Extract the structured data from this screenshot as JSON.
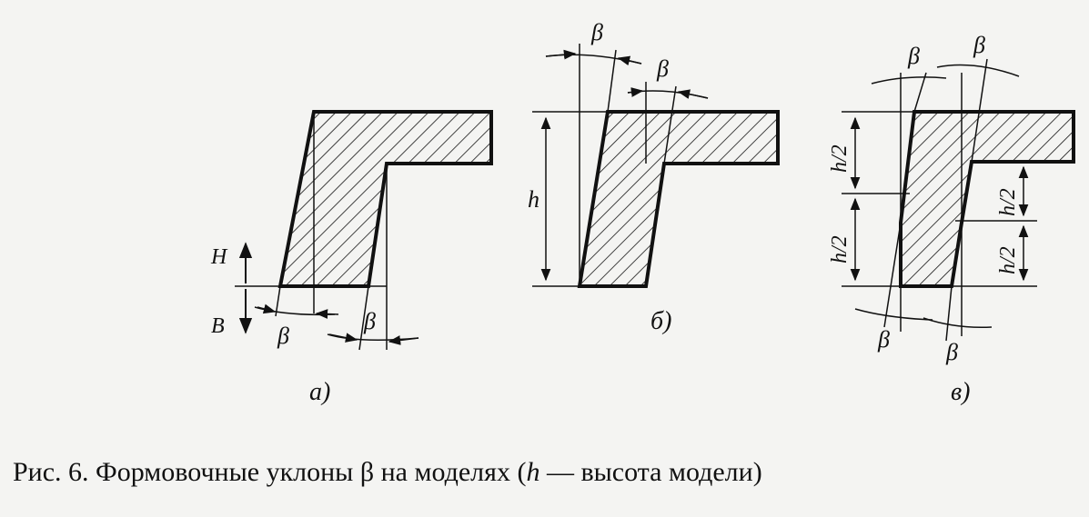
{
  "figure": {
    "panel_a": {
      "label": "а)",
      "arrow_up_label": "H",
      "arrow_down_label": "B",
      "angle_left": "β",
      "angle_right": "β"
    },
    "panel_b": {
      "label": "б)",
      "height_label": "h",
      "angle_left": "β",
      "angle_right": "β"
    },
    "panel_v": {
      "label": "в)",
      "half_top_left": "h/2",
      "half_bottom_left": "h/2",
      "half_top_right": "h/2",
      "half_bottom_right": "h/2",
      "angle_top_left": "β",
      "angle_top_right": "β",
      "angle_bottom_left": "β",
      "angle_bottom_right": "β"
    }
  },
  "caption": {
    "prefix": "Рис. 6. Формовочные уклоны β на моделях  (",
    "h": "h",
    "suffix": " — высота модели)"
  },
  "colors": {
    "ink": "#111111",
    "paper": "#f4f4f2"
  }
}
